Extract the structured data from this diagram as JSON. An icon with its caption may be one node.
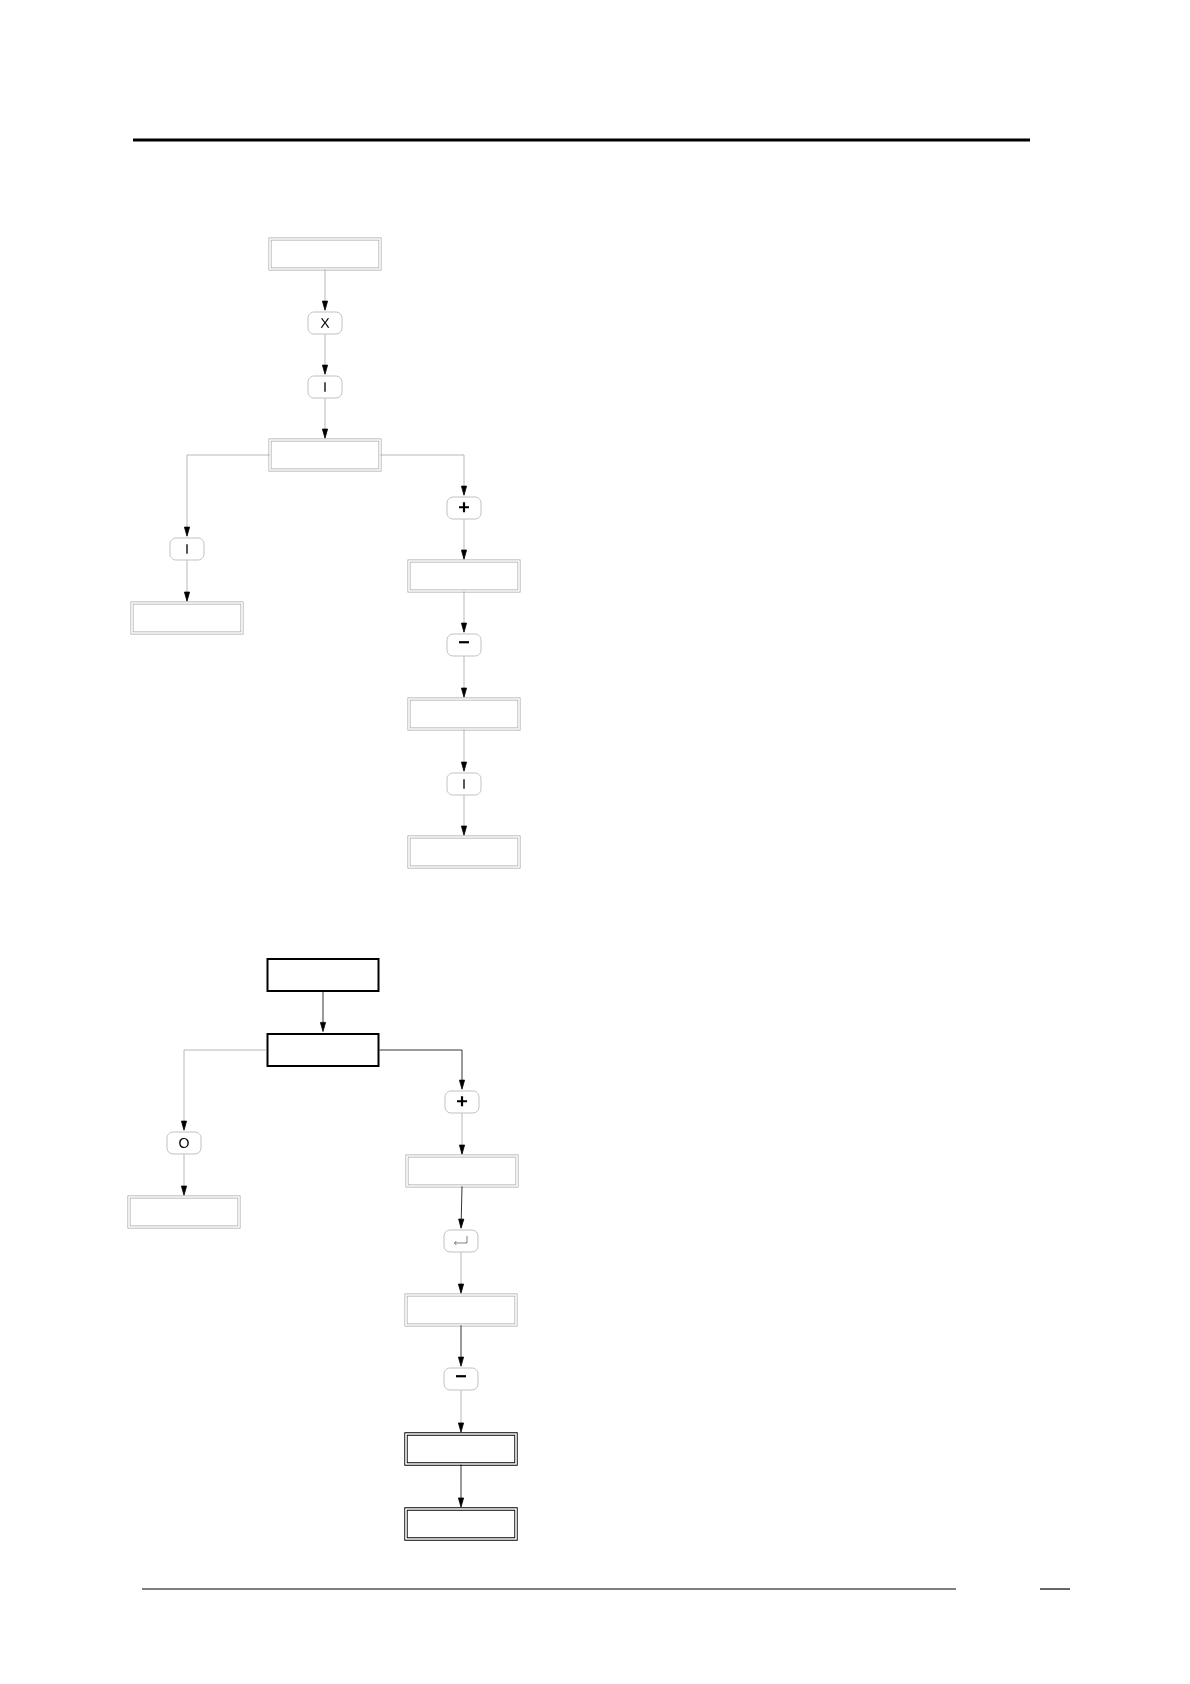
{
  "diagram": {
    "nodes": [
      {
        "text": [],
        "shape": "box"
      },
      {
        "text": [
          "X"
        ]
      },
      {
        "text": [
          "I"
        ]
      },
      {
        "text": [],
        "shape": "box"
      },
      {
        "text": [
          "+"
        ]
      },
      {
        "text": [
          "I"
        ]
      },
      {
        "text": [],
        "shape": "box"
      },
      {
        "text": [],
        "shape": "box"
      },
      {
        "text": [
          "−"
        ]
      },
      {
        "text": [],
        "shape": "box"
      },
      {
        "text": [
          "I"
        ]
      },
      {
        "text": [],
        "shape": "box"
      },
      {
        "text": [],
        "shape": "box"
      },
      {
        "text": [],
        "shape": "box"
      },
      {
        "text": [
          "+"
        ]
      },
      {
        "text": [
          "O"
        ]
      },
      {
        "text": [],
        "shape": "box"
      },
      {
        "text": [],
        "shape": "box"
      },
      {
        "text": [],
        "shape": "box"
      },
      {
        "text": [],
        "shape": "box"
      },
      {
        "text": [
          "−"
        ]
      },
      {
        "text": [],
        "shape": "box"
      },
      {
        "text": [],
        "shape": "box"
      }
    ],
    "edges": [
      {
        "from": 0,
        "to": 1,
        "arrow": "to"
      },
      {
        "from": 1,
        "to": 2,
        "arrow": "to"
      },
      {
        "from": 2,
        "to": 3,
        "arrow": "to"
      },
      {
        "from": 3,
        "to": 5,
        "arrow": "to"
      },
      {
        "from": 5,
        "to": 7,
        "arrow": "to"
      },
      {
        "from": 3,
        "to": 4,
        "arrow": "to"
      },
      {
        "from": 4,
        "to": 6,
        "arrow": "to"
      },
      {
        "from": 6,
        "to": 8,
        "arrow": "to"
      },
      {
        "from": 8,
        "to": 9,
        "arrow": "to"
      },
      {
        "from": 9,
        "to": 10,
        "arrow": "to"
      },
      {
        "from": 10,
        "to": 11,
        "arrow": "to"
      },
      {
        "from": 12,
        "to": 13,
        "arrow": "to",
        "color": "#000000"
      },
      {
        "from": 13,
        "to": 15,
        "arrow": "to"
      },
      {
        "from": 15,
        "to": 17,
        "arrow": "to"
      },
      {
        "from": 13,
        "to": 14,
        "arrow": "to",
        "color": "#000000"
      },
      {
        "from": 14,
        "to": 16,
        "arrow": "to"
      },
      {
        "from": 16,
        "to": 18,
        "arrow": "to",
        "color": "#000000"
      },
      {
        "from": 18,
        "to": 19,
        "arrow": "to"
      },
      {
        "from": 19,
        "to": 20,
        "arrow": "to",
        "color": "#000000"
      },
      {
        "from": 20,
        "to": 21,
        "arrow": "to"
      },
      {
        "from": 21,
        "to": 22,
        "arrow": "to",
        "color": "#000000"
      }
    ]
  }
}
